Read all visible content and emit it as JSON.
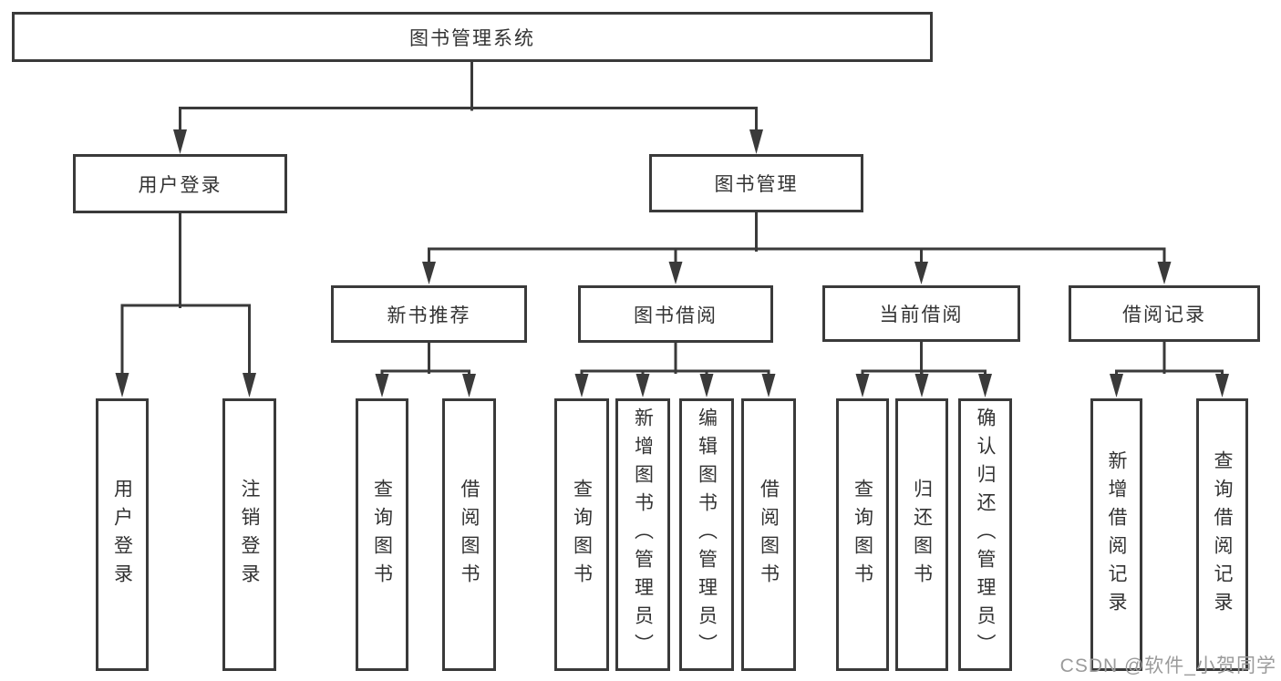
{
  "tree": {
    "root": {
      "label": "图书管理系统"
    },
    "level2": [
      {
        "label": "用户登录",
        "children": [
          "用户登录",
          "注销登录"
        ]
      },
      {
        "label": "图书管理",
        "children": [
          {
            "label": "新书推荐",
            "children": [
              "查询图书",
              "借阅图书"
            ]
          },
          {
            "label": "图书借阅",
            "children": [
              "查询图书",
              "新增图书（管理员）",
              "编辑图书（管理员）",
              "借阅图书"
            ]
          },
          {
            "label": "当前借阅",
            "children": [
              "查询图书",
              "归还图书",
              "确认归还（管理员）"
            ]
          },
          {
            "label": "借阅记录",
            "children": [
              "新增借阅记录",
              "查询借阅记录"
            ]
          }
        ]
      }
    ]
  },
  "watermark": {
    "text": "CSDN @软件_小贺同学"
  },
  "colors": {
    "line": "#3a3a3a",
    "box_border": "#3a3a3a",
    "text": "#333333",
    "watermark": "#9b9b9b",
    "background": "#ffffff"
  }
}
